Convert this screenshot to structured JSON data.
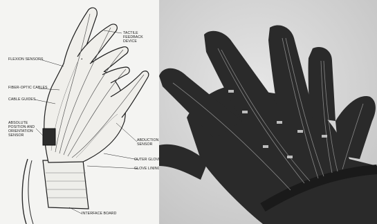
{
  "diagram": {
    "labels": {
      "tactile_feedback": "TACTILE FEEDBACK DEVICE",
      "flexion_sensors": "FLEXION SENSORS",
      "fiber_optic_cables": "FIBER-OPTIC CABLES",
      "cable_guides": "CABLE GUIDES",
      "absolute_position": "ABSOLUTE POSITION AND ORIENTATION SENSOR",
      "abduction_sensor": "ABDUCTION SENSOR",
      "outer_glove": "OUTER GLOVE",
      "glove_lining": "GLOVE LINING",
      "interface_board": "INTERFACE BOARD"
    }
  },
  "photo": {
    "subject": "glove-photo"
  }
}
